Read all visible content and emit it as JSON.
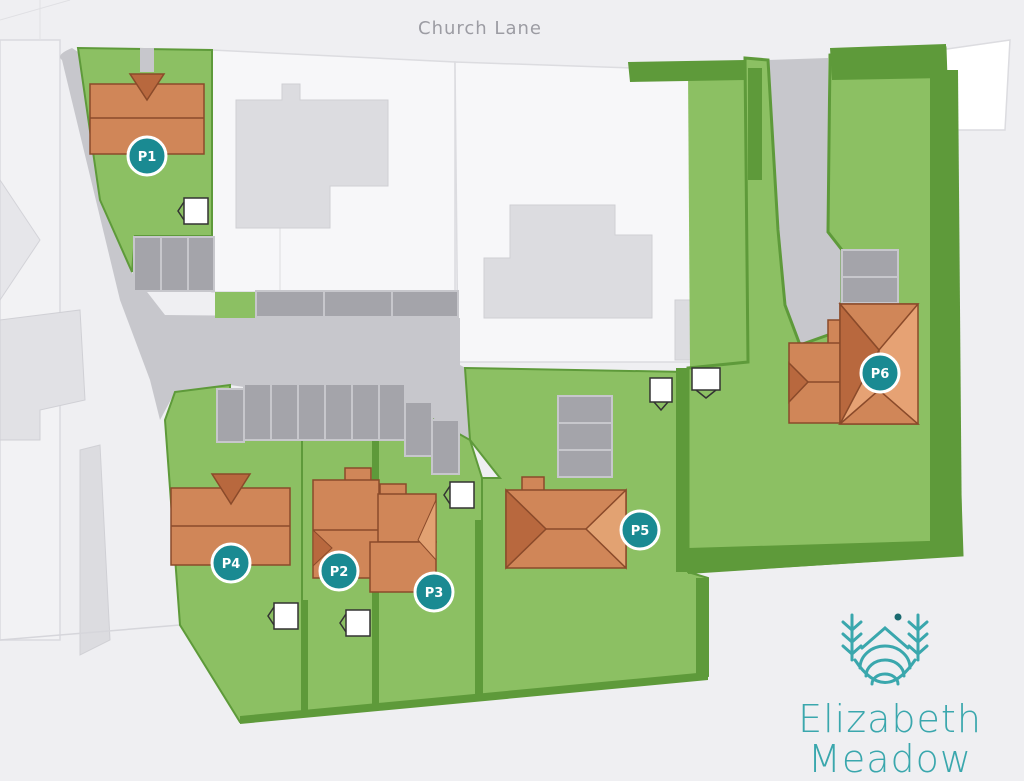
{
  "road_name": "Church Lane",
  "brand": {
    "line1": "Elizabeth",
    "line2": "Meadow"
  },
  "plots": [
    {
      "id": "P1",
      "label": "P1"
    },
    {
      "id": "P2",
      "label": "P2"
    },
    {
      "id": "P3",
      "label": "P3"
    },
    {
      "id": "P4",
      "label": "P4"
    },
    {
      "id": "P5",
      "label": "P5"
    },
    {
      "id": "P6",
      "label": "P6"
    }
  ],
  "colors": {
    "background": "#efeff2",
    "neighbour_land": "#f5f5f7",
    "neighbour_building": "#dcdce0",
    "road": "#c7c7cc",
    "parking": "#a4a4aa",
    "lawn": "#8cc063",
    "hedge": "#5e9a3a",
    "roof": "#d08658",
    "roof_dark": "#b8683e",
    "plot_marker": "#1a8a92",
    "brand": "#3aa7ad"
  },
  "icons": [
    "shed-icon",
    "logo-trees-house-icon"
  ]
}
